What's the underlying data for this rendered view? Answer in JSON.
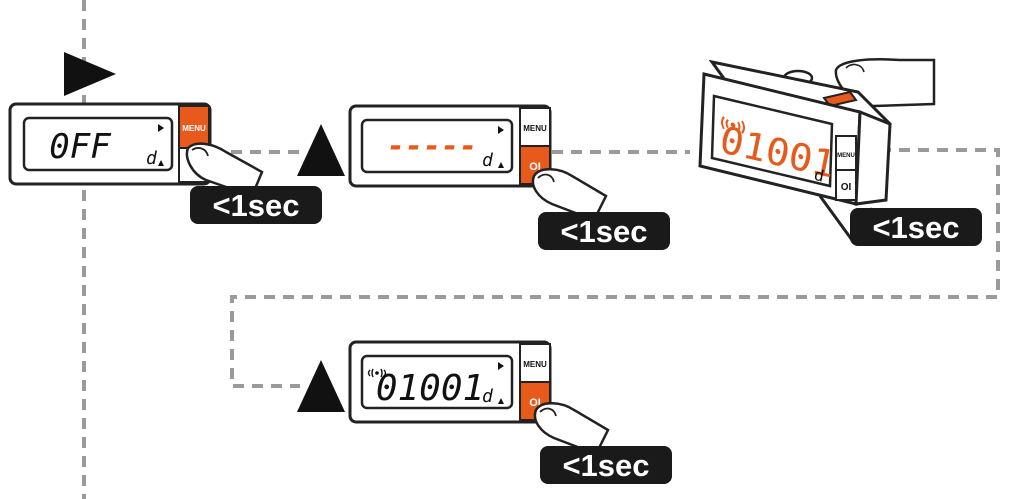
{
  "colors": {
    "accent": "#e85a1b",
    "badge_bg": "#1a1a1a",
    "badge_text": "#ffffff",
    "guide_line": "#9a9a9a",
    "outline": "#222222"
  },
  "icons": [
    "play-triangle-icon",
    "up-triangle-icon",
    "finger-press-icon",
    "wireless-signal-icon"
  ],
  "steps": [
    {
      "display_text": "0FF",
      "unit_glyph": "d",
      "button_label": "MENU",
      "side_label": "",
      "press_label": "<1sec"
    },
    {
      "display_text": "-----",
      "unit_glyph": "d",
      "button_label": "OI",
      "side_label": "MENU",
      "press_label": "<1sec"
    },
    {
      "display_text": "01001",
      "unit_glyph": "d",
      "button_label": "OI",
      "side_label": "MENU",
      "press_label": "<1sec"
    },
    {
      "display_text": "01001",
      "unit_glyph": "d",
      "button_label": "OI",
      "side_label": "MENU",
      "press_label": "<1sec"
    }
  ]
}
